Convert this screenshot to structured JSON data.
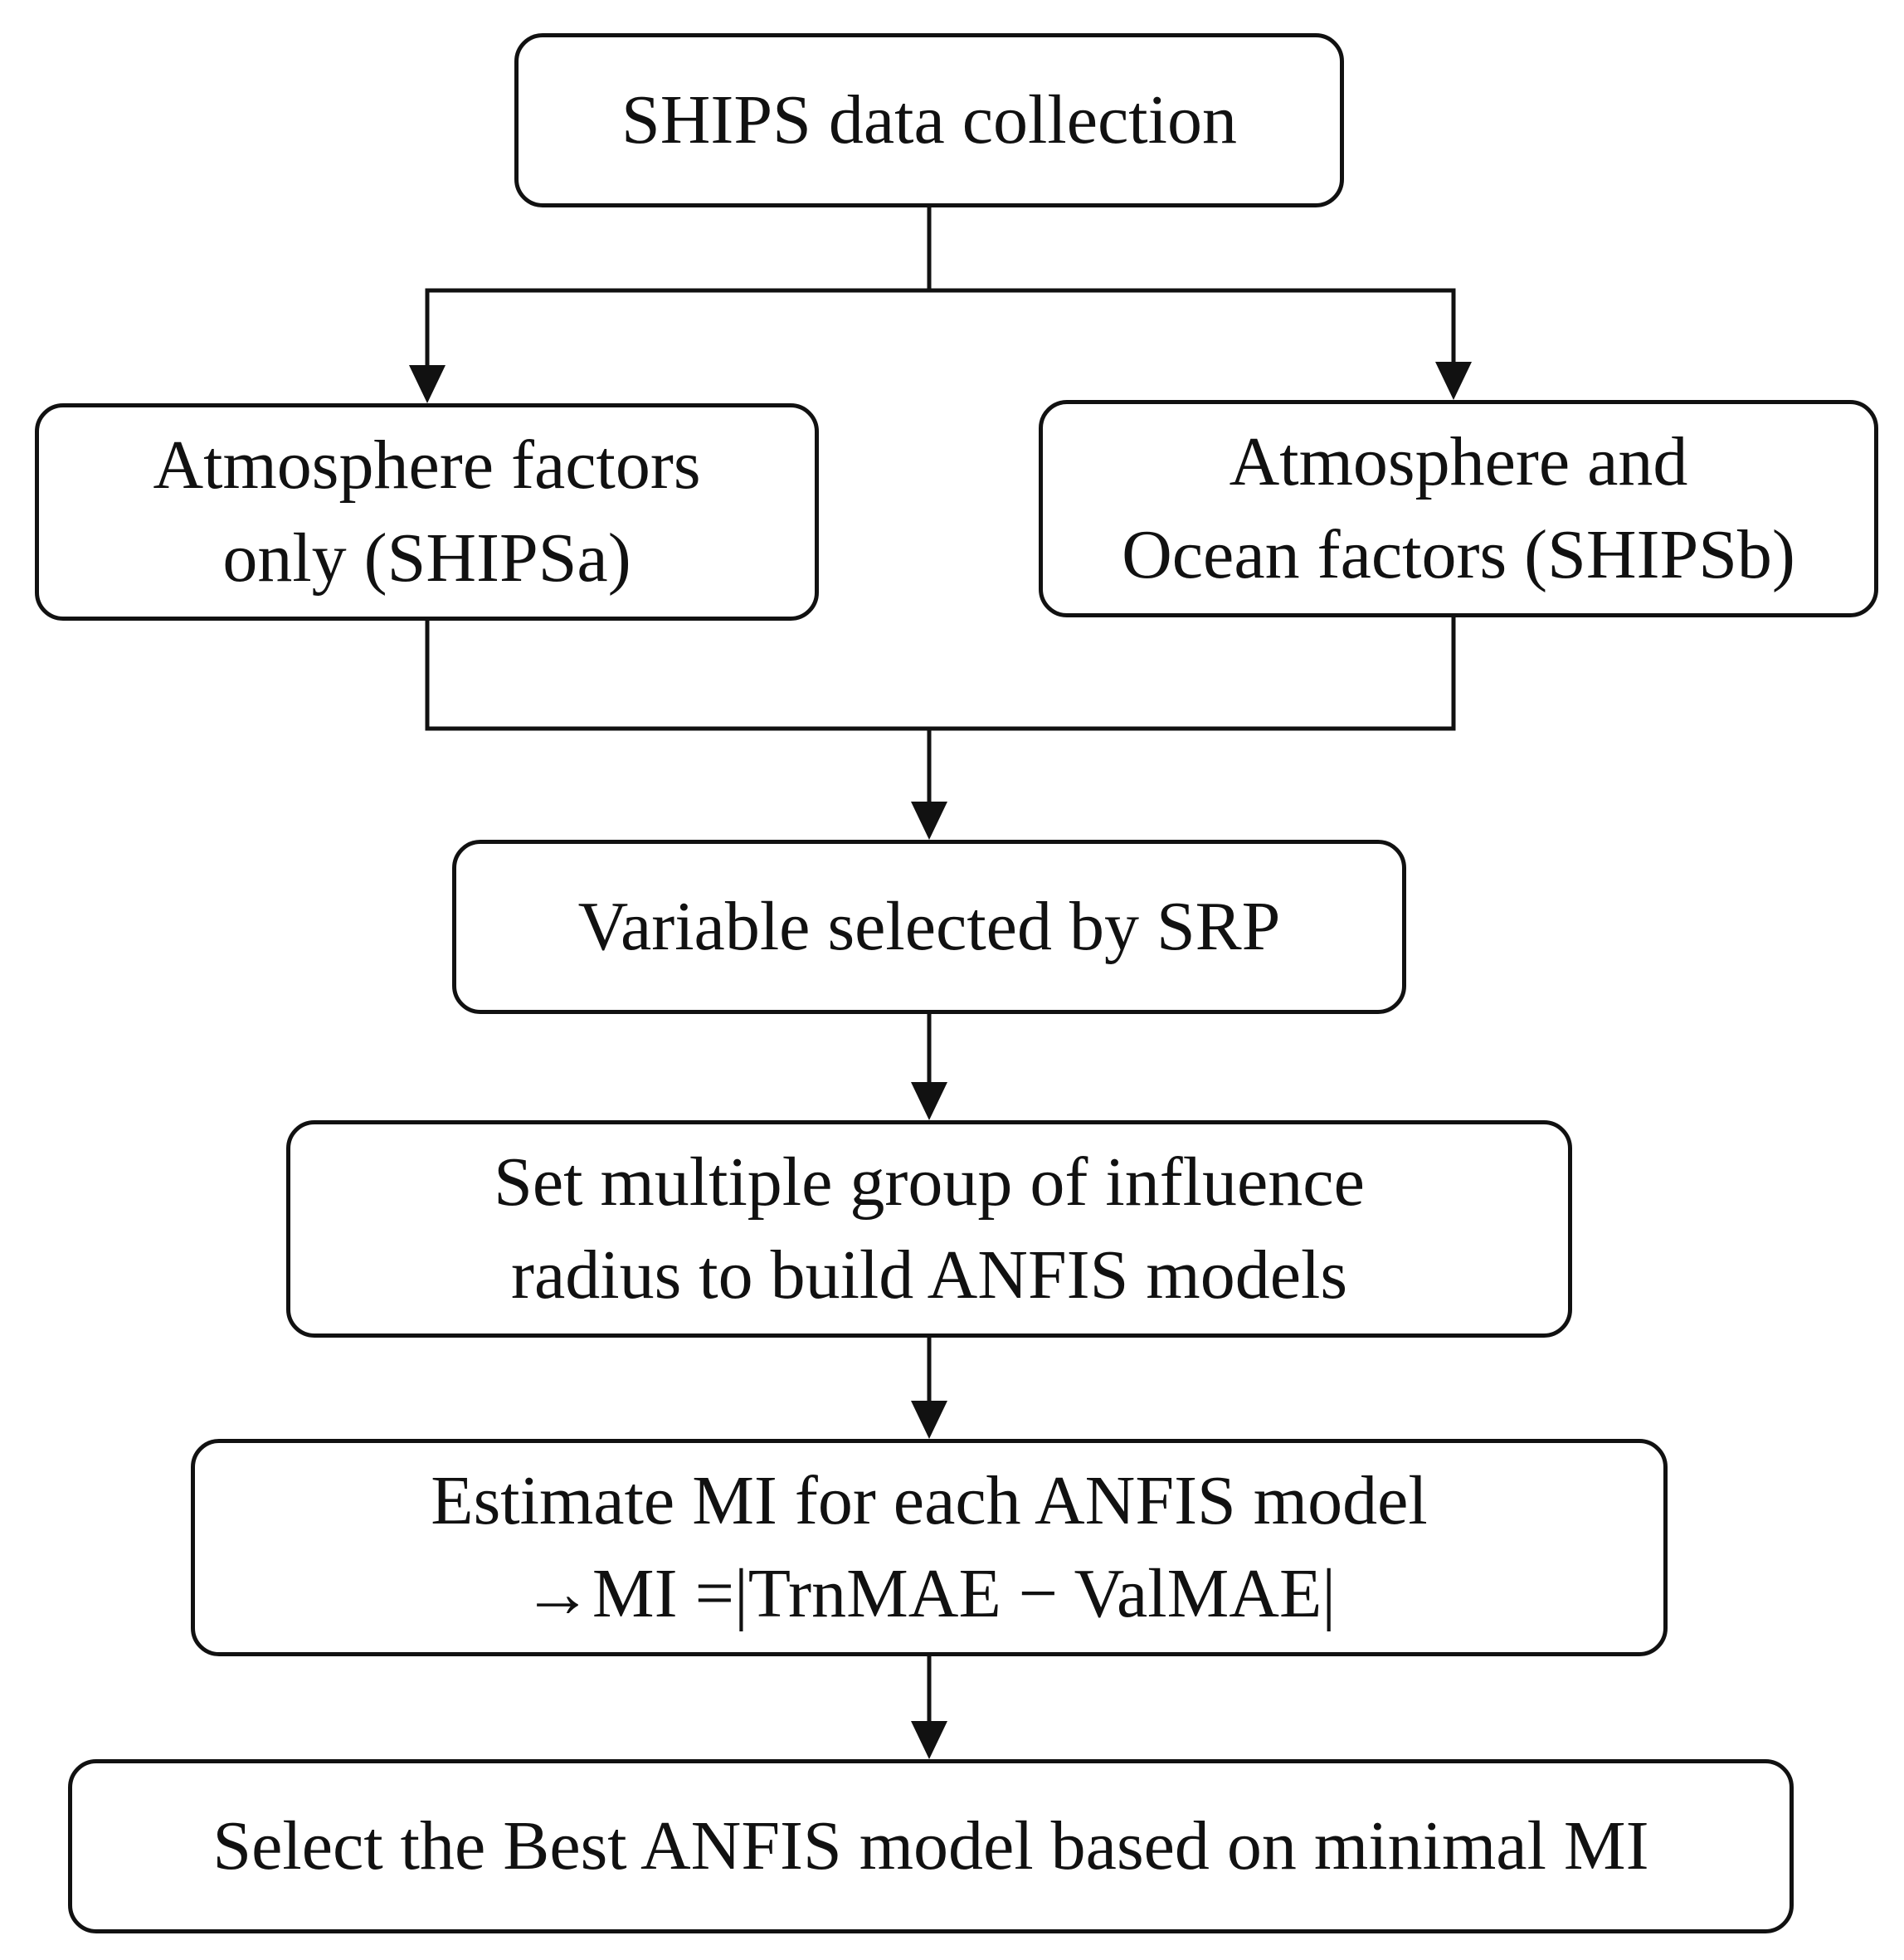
{
  "diagram": {
    "nodes": [
      {
        "id": "ships-data-collection",
        "lines": [
          "SHIPS data collection"
        ]
      },
      {
        "id": "shipsa",
        "lines": [
          "Atmosphere factors",
          "only (SHIPSa)"
        ]
      },
      {
        "id": "shipsb",
        "lines": [
          "Atmosphere and",
          "Ocean factors (SHIPSb)"
        ]
      },
      {
        "id": "srp",
        "lines": [
          "Variable selected by SRP"
        ]
      },
      {
        "id": "anfis-build",
        "lines": [
          "Set multiple group of influence",
          "radius to build ANFIS models"
        ]
      },
      {
        "id": "estimate-mi",
        "lines": [
          "Estimate MI for each ANFIS model",
          "→MI =|TrnMAE − ValMAE|"
        ]
      },
      {
        "id": "select-best",
        "lines": [
          "Select the Best ANFIS model based on  minimal MI"
        ]
      }
    ],
    "edges": [
      {
        "from": "ships-data-collection",
        "to": "shipsa"
      },
      {
        "from": "ships-data-collection",
        "to": "shipsb"
      },
      {
        "from": "shipsa",
        "to": "srp"
      },
      {
        "from": "shipsb",
        "to": "srp"
      },
      {
        "from": "srp",
        "to": "anfis-build"
      },
      {
        "from": "anfis-build",
        "to": "estimate-mi"
      },
      {
        "from": "estimate-mi",
        "to": "select-best"
      }
    ]
  }
}
